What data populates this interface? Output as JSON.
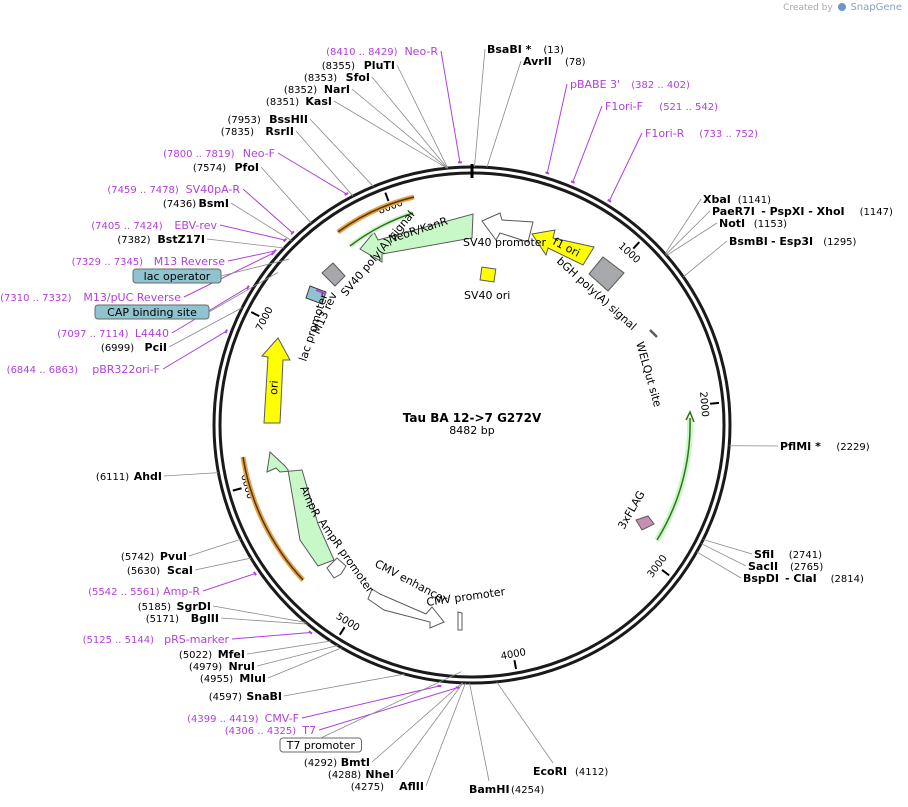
{
  "credit": {
    "prefix": "Created by",
    "brand": "SnapGene"
  },
  "plasmid": {
    "name": "Tau BA 12->7  G272V",
    "length_label": "8482 bp",
    "total_bp": 8482
  },
  "ticks": [
    {
      "bp": 1000,
      "label": "1000"
    },
    {
      "bp": 2000,
      "label": "2000"
    },
    {
      "bp": 3000,
      "label": "3000"
    },
    {
      "bp": 4000,
      "label": "4000"
    },
    {
      "bp": 5000,
      "label": "5000"
    },
    {
      "bp": 6000,
      "label": "6000"
    },
    {
      "bp": 7000,
      "label": "7000"
    },
    {
      "bp": 8000,
      "label": "8000"
    }
  ],
  "enzymes_left": [
    {
      "pos": "(8355)",
      "name": "PluTI",
      "bp": 8355
    },
    {
      "pos": "(8353)",
      "name": "SfoI",
      "bp": 8353
    },
    {
      "pos": "(8352)",
      "name": "NarI",
      "bp": 8352
    },
    {
      "pos": "(8351)",
      "name": "KasI",
      "bp": 8351
    },
    {
      "pos": "(7953)",
      "name": "BssHII",
      "bp": 7953
    },
    {
      "pos": "(7835)",
      "name": "RsrII",
      "bp": 7835
    },
    {
      "pos": "(7574)",
      "name": "PfoI",
      "bp": 7574
    },
    {
      "pos": "(7436)",
      "name": "BsmI",
      "bp": 7436
    },
    {
      "pos": "(7382)",
      "name": "BstZ17I",
      "bp": 7382
    },
    {
      "pos": "(6999)",
      "name": "PciI",
      "bp": 6999
    },
    {
      "pos": "(6111)",
      "name": "AhdI",
      "bp": 6111
    },
    {
      "pos": "(5742)",
      "name": "PvuI",
      "bp": 5742
    },
    {
      "pos": "(5630)",
      "name": "ScaI",
      "bp": 5630
    },
    {
      "pos": "(5185)",
      "name": "SgrDI",
      "bp": 5185
    },
    {
      "pos": "(5171)",
      "name": "BglII",
      "bp": 5171
    },
    {
      "pos": "(5022)",
      "name": "MfeI",
      "bp": 5022
    },
    {
      "pos": "(4979)",
      "name": "NruI",
      "bp": 4979
    },
    {
      "pos": "(4955)",
      "name": "MluI",
      "bp": 4955
    },
    {
      "pos": "(4597)",
      "name": "SnaBI",
      "bp": 4597
    },
    {
      "pos": "(4292)",
      "name": "BmtI",
      "bp": 4292
    },
    {
      "pos": "(4288)",
      "name": "NheI",
      "bp": 4288
    },
    {
      "pos": "(4275)",
      "name": "AflII",
      "bp": 4275
    }
  ],
  "enzymes_right": [
    {
      "name": "BsaBI *",
      "pos": "(13)",
      "bp": 13
    },
    {
      "name": "AvrII",
      "pos": "(78)",
      "bp": 78
    },
    {
      "name": "XbaI",
      "pos": "(1141)",
      "bp": 1141
    },
    {
      "name": "PaeR7I",
      "extra": "- PspXI - XhoI",
      "pos": "(1147)",
      "bp": 1147
    },
    {
      "name": "NotI",
      "pos": "(1153)",
      "bp": 1153
    },
    {
      "name": "BsmBI",
      "extra": "- Esp3I",
      "pos": "(1295)",
      "bp": 1295
    },
    {
      "name": "PflMI *",
      "pos": "(2229)",
      "bp": 2229
    },
    {
      "name": "SfiI",
      "pos": "(2741)",
      "bp": 2741
    },
    {
      "name": "SacII",
      "pos": "(2765)",
      "bp": 2765
    },
    {
      "name": "BspDI",
      "extra": "- ClaI",
      "pos": "(2814)",
      "bp": 2814
    },
    {
      "name": "EcoRI",
      "pos": "(4112)",
      "bp": 4112
    },
    {
      "name": "BamHI",
      "pos": "(4254)",
      "bp": 4254
    }
  ],
  "primers": [
    {
      "pos": "(8410 .. 8429)",
      "name": "Neo-R",
      "bp": 8420
    },
    {
      "pos": "(382 .. 402)",
      "name": "pBABE 3'",
      "bp": 392
    },
    {
      "pos": "(521 .. 542)",
      "name": "F1ori-F",
      "bp": 531
    },
    {
      "pos": "(733 .. 752)",
      "name": "F1ori-R",
      "bp": 742
    },
    {
      "pos": "(7800 .. 7819)",
      "name": "Neo-F",
      "bp": 7810
    },
    {
      "pos": "(7459 .. 7478)",
      "name": "SV40pA-R",
      "bp": 7468
    },
    {
      "pos": "(7405 .. 7424)",
      "name": "EBV-rev",
      "bp": 7414
    },
    {
      "pos": "(7329 .. 7345)",
      "name": "M13 Reverse",
      "bp": 7337
    },
    {
      "pos": "(7310 .. 7332)",
      "name": "M13/pUC Reverse",
      "bp": 7321
    },
    {
      "pos": "(7097 .. 7114)",
      "name": "L4440",
      "bp": 7105
    },
    {
      "pos": "(6844 .. 6863)",
      "name": "pBR322ori-F",
      "bp": 6853
    },
    {
      "pos": "(5542 .. 5561)",
      "name": "Amp-R",
      "bp": 5551
    },
    {
      "pos": "(5125 .. 5144)",
      "name": "pRS-marker",
      "bp": 5134
    },
    {
      "pos": "(4399 .. 4419)",
      "name": "CMV-F",
      "bp": 4409
    },
    {
      "pos": "(4306 .. 4325)",
      "name": "T7",
      "bp": 4315
    }
  ],
  "boxed_features": [
    {
      "name": "lac operator",
      "bp": 7355,
      "fill": "#8fc4cf"
    },
    {
      "name": "CAP binding site",
      "bp": 7260,
      "fill": "#8fc4cf"
    },
    {
      "name": "T7 promoter",
      "bp": 4300,
      "fill": "#ffffff"
    }
  ],
  "features": [
    {
      "name": "SV40 promoter",
      "color": "#ffffff"
    },
    {
      "name": "f1 ori",
      "color": "#ffff00"
    },
    {
      "name": "bGH poly(A) signal",
      "color": "#a6a8ab"
    },
    {
      "name": "WELQut site",
      "color": "#ffffff"
    },
    {
      "name": "3xFLAG",
      "color": "#c98fb0"
    },
    {
      "name": "CMV promoter",
      "color": "#ffffff"
    },
    {
      "name": "CMV enhancer",
      "color": "#ffffff"
    },
    {
      "name": "AmpR promoter",
      "color": "#ffffff"
    },
    {
      "name": "AmpR",
      "color": "#c8f8c8"
    },
    {
      "name": "ori",
      "color": "#ffff00"
    },
    {
      "name": "lac promoter",
      "color": "#ffffff"
    },
    {
      "name": "M13 rev",
      "color": "#ffffff"
    },
    {
      "name": "SV40 poly(A) signal",
      "color": "#a6a8ab"
    },
    {
      "name": "NeoR/KanR",
      "color": "#c8f8c8"
    },
    {
      "name": "SV40 ori",
      "color": "#ffff00"
    }
  ],
  "colors": {
    "backbone": "#1a1a1a",
    "enzyme_line": "#8a8a8a",
    "primer": "#b040d8",
    "orf_dark": "#3a6e1e",
    "orf_orange": "#e8a040"
  }
}
